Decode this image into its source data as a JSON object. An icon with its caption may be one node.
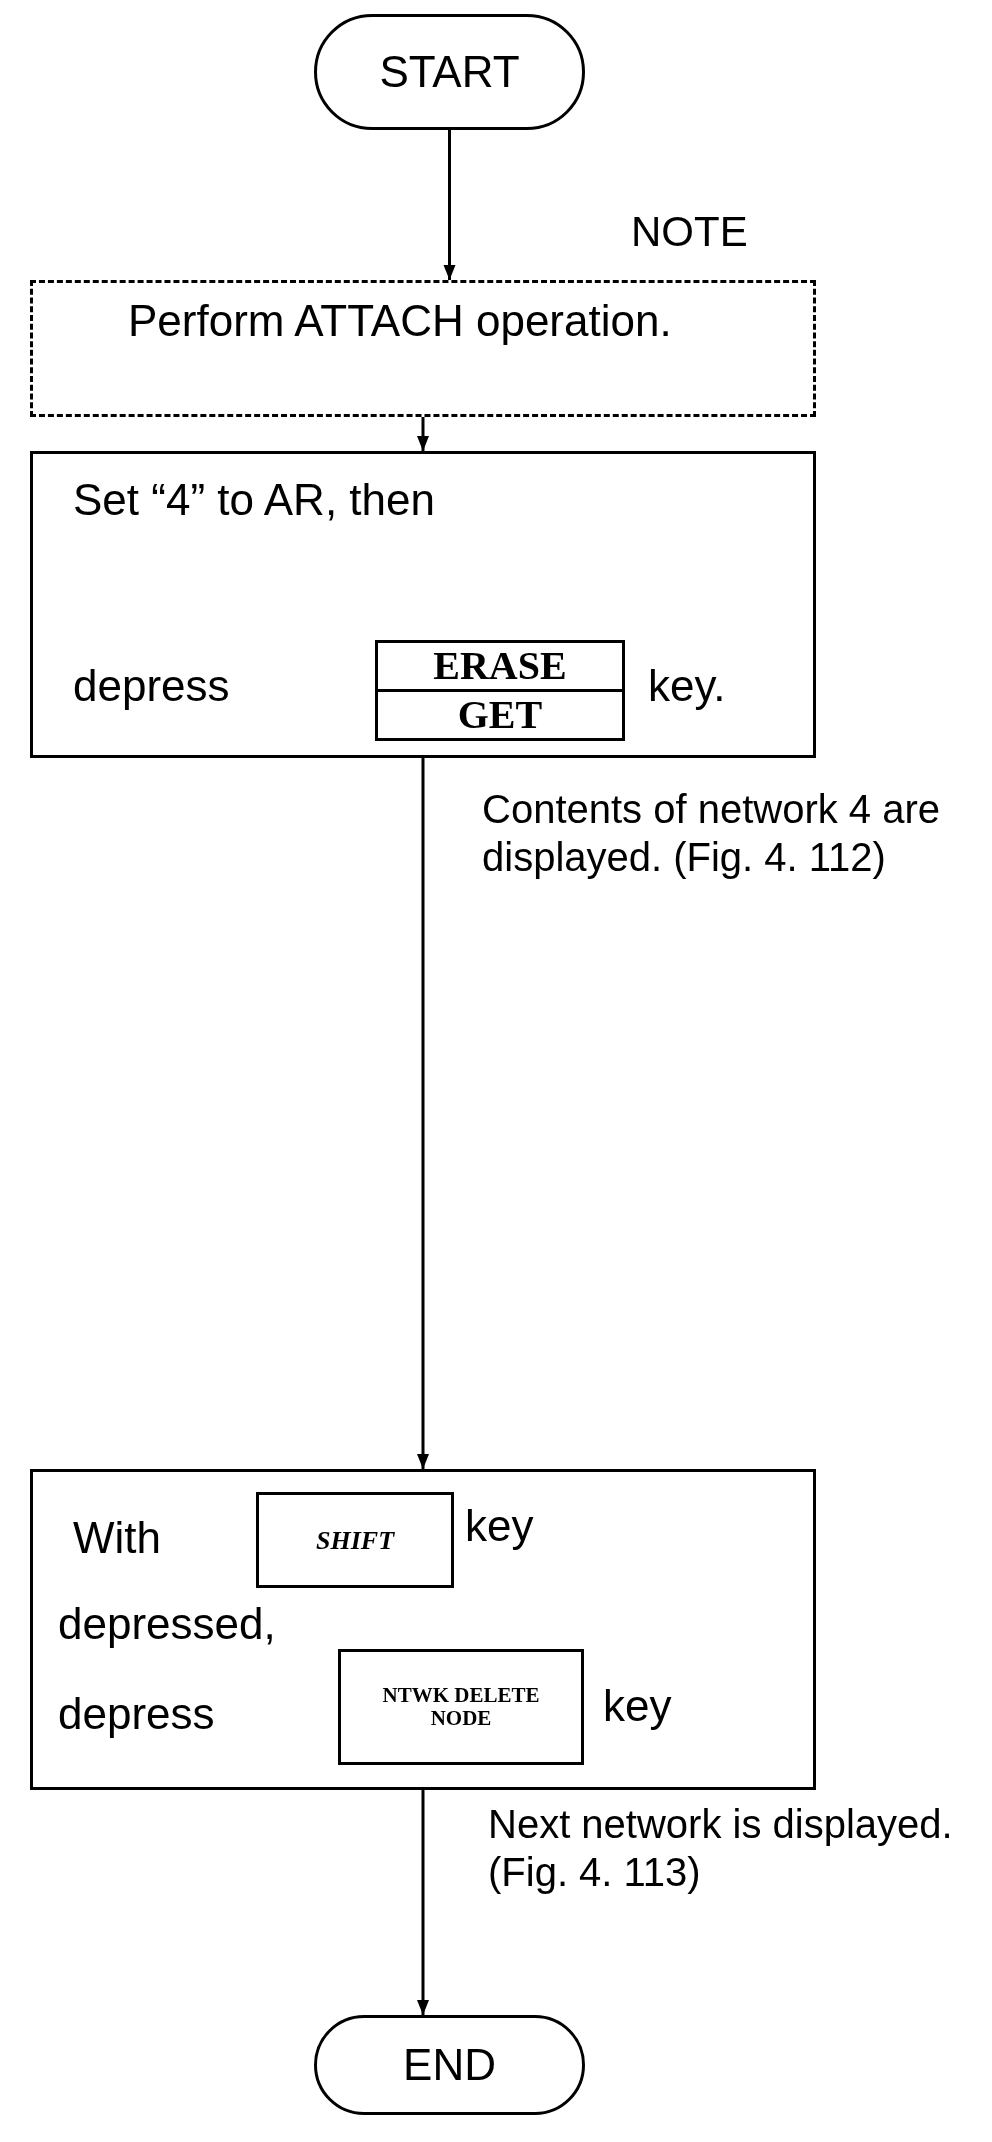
{
  "diagram": {
    "nodes": [
      {
        "text": [
          "START"
        ]
      },
      {
        "text": [
          "Perform ATTACH operation."
        ],
        "beside": [
          "NOTE"
        ]
      },
      {
        "text": [
          "Set “4” to AR, then",
          "depress",
          "key."
        ]
      },
      {
        "text": [
          "ERASE",
          "GET"
        ],
        "in": 2
      },
      {
        "text": [
          "With",
          "key",
          "depressed,",
          "depress",
          "key"
        ]
      },
      {
        "text": [
          "SHIFT"
        ],
        "in": 4
      },
      {
        "text": [
          "NTWK DELETE NODE"
        ],
        "in": 4
      },
      {
        "text": [
          "END"
        ]
      }
    ],
    "edges": [
      {
        "from": 0,
        "to": 1,
        "arrow": "to"
      },
      {
        "from": 1,
        "to": 2,
        "arrow": "to"
      },
      {
        "from": 2,
        "to": 4,
        "arrow": "to"
      },
      {
        "from": 4,
        "to": 7,
        "arrow": "to"
      }
    ],
    "labels": [
      "Contents of network 4 are displayed. (Fig. 4. 112)",
      "Next network is displayed. (Fig. 4. 113)"
    ]
  }
}
